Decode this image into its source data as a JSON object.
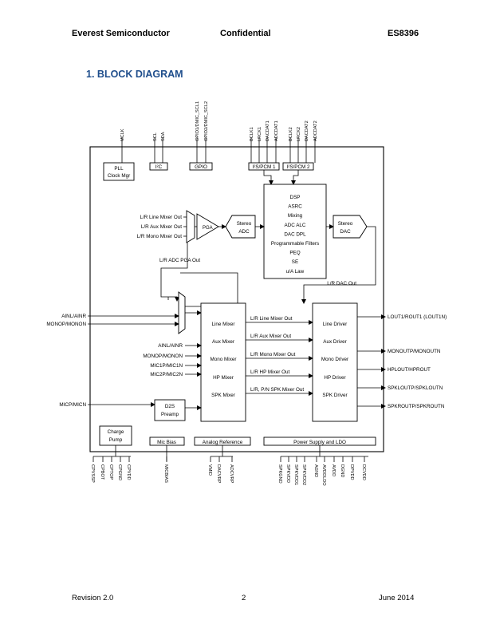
{
  "header": {
    "company": "Everest Semiconductor",
    "classification": "Confidential",
    "part_number": "ES8396"
  },
  "section": {
    "number": "1.",
    "title": "BLOCK DIAGRAM"
  },
  "diagram": {
    "top_pins": {
      "mclk": "MCLK",
      "scl": "SCL",
      "sda": "SDA",
      "gpio1": "GPIO1/DMIC_SCL1",
      "gpio2": "GPIO2/DMIC_SCL2",
      "bclk1": "BCLK1",
      "lrck1": "LRCK1",
      "dacdat1": "DACDAT1",
      "adcdat1": "ADCDAT1",
      "bclk2": "BCLK2",
      "lrck2": "LRCK2",
      "dacdat2": "DACDAT2",
      "adcdat2": "ADCDAT2"
    },
    "blocks": {
      "pll_line1": "PLL",
      "pll_line2": "Clock Mgr",
      "i2c": "I²C",
      "gpio": "GPIO",
      "pcm1": "I²S/PCM 1",
      "pcm2": "I²S/PCM 2",
      "pga": "PGA",
      "stereo_adc_line1": "Stereo",
      "stereo_adc_line2": "ADC",
      "stereo_dac_line1": "Stereo",
      "stereo_dac_line2": "DAC",
      "d2s_line1": "D2S",
      "d2s_line2": "Preamp",
      "charge_pump_line1": "Charge",
      "charge_pump_line2": "Pump",
      "mic_bias": "Mic Bias",
      "analog_ref": "Analog Reference",
      "power_supply": "Power Supply and LDO"
    },
    "dsp_lines": [
      "DSP",
      "ASRC",
      "Mixing",
      "ADC ALC",
      "DAC DPL",
      "Programmable Filters",
      "PEQ",
      "SE",
      "u/A Law"
    ],
    "pga_inputs": [
      "L/R Line Mixer Out",
      "L/R Aux Mixer Out",
      "L/R Mono Mixer Out"
    ],
    "adc_pga_out": "L/R ADC PGA Out",
    "dac_out": "L/R DAC Out",
    "left_inputs": [
      "AINL/AINR",
      "MONOP/MONON"
    ],
    "mic_input": "MICP/MICN",
    "mixer_inputs": [
      "AINL/AINR",
      "MONOP/MONON",
      "MIC1P/MIC1N",
      "MIC2P/MIC2N"
    ],
    "mixer_block": [
      "Line Mixer",
      "Aux Mixer",
      "Mono Mixer",
      "HP Mixer",
      "SPK Mixer"
    ],
    "mixer_outputs": [
      "L/R Line Mixer Out",
      "L/R Aux Mixer Out",
      "L/R Mono Mixer Out",
      "L/R HP Mixer Out",
      "L/R, P/N SPK Mixer Out"
    ],
    "driver_block": [
      "Line Driver",
      "Aux Driver",
      "Mono Driver",
      "HP Driver",
      "SPK Driver"
    ],
    "outputs": [
      "LOUT1/ROUT1 (LOUT1N)",
      "MONOUTP/MONOUTN",
      "HPLOUT/HPROUT",
      "SPKLOUTP/SPKLOUTN",
      "SPKROUTP/SPKROUTN"
    ],
    "bottom_pins": {
      "cpvssp": "CPVSSP",
      "cpbot": "CPBOT",
      "cptop": "CPTOP",
      "cpgnd": "CPGND",
      "cpvdd": "CPVDD",
      "micbias": "MICBIAS",
      "vmid": "VMID",
      "dacvrp": "DACVRP",
      "adcvrp": "ADCVRP",
      "spkgnd": "SPKGND",
      "spkvdd": "SPKVDD",
      "spkvdd1": "SPKVDD1",
      "spkvdd2": "SPKVDD2",
      "agnd": "AGND",
      "avddldo": "AVDDLDO",
      "avdd": "AVDD",
      "dgnd": "DGND",
      "dpvdd": "DPVDD",
      "dcvdd": "DCVDD"
    }
  },
  "footer": {
    "revision": "Revision 2.0",
    "page": "2",
    "date": "June 2014"
  }
}
